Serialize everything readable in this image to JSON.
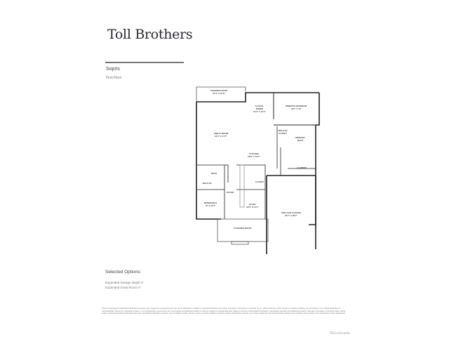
{
  "brand": {
    "logo_text": "Toll Brothers"
  },
  "plan": {
    "name": "Sopris",
    "floor": "First Floor"
  },
  "floorplan": {
    "rooms": [
      {
        "label": "COVERED PATIO",
        "dims": "15'4\" X 10'0\""
      },
      {
        "label": "CASUAL DINING",
        "dims": "14'3\" X 12'4\""
      },
      {
        "label": "PRIMARY BEDROOM",
        "dims": "16'0\" X 15'"
      },
      {
        "label": "GREAT ROOM",
        "dims": "24'3\" X 17'7\""
      },
      {
        "label": "KITCHEN",
        "dims": "18'8\" X 12'7\""
      },
      {
        "label": "WALK-IN CLOSET",
        "dims": "9'3\" X 8'8\""
      },
      {
        "label": "PRIMARY BATH",
        "dims": ""
      },
      {
        "label": "BATH",
        "dims": ""
      },
      {
        "label": "WALK-IN CLOSET",
        "dims": ""
      },
      {
        "label": "FOYER",
        "dims": ""
      },
      {
        "label": "CLOSET",
        "dims": ""
      },
      {
        "label": "LAUNDRY",
        "dims": ""
      },
      {
        "label": "BEDROOM 2",
        "dims": "12' X 13'7\""
      },
      {
        "label": "STUDY",
        "dims": "12'6\" X 11'7\""
      },
      {
        "label": "COVERED ENTRY",
        "dims": ""
      },
      {
        "label": "TWO-CAR GARAGE",
        "dims": "21'7\" X 30'7\""
      }
    ]
  },
  "selected_options": {
    "title": "Selected Options:",
    "items": [
      "Expanded Garage Depth 4'",
      "Expanded Great Room 4'"
    ]
  },
  "disclaimer": "These renderings are intended for illustrative purposes only. Images are copyrighted and may not be distributed, modified or reproduced without prior written permission. Information is provided \"as is\", without warranty, either express or implied, including, but not limited to, the implied warranties of merchantability, fitness for a particular purpose, or non-infringement. Access and use of the images and affiliated products or links are subject to all applicable laws relating to the use of web-based information, copyrighted materials and intellectual property. Site plans, floorplans, community maps, photos and/or computer generated renderings have been provided for illustrative purposes, are not drawn to scale, and are merely an artist's rendition of actual products intended for example only. These renderings may not accurately represent the condition, size or design of the actual items being represented.",
  "watermark": "REcolorado"
}
